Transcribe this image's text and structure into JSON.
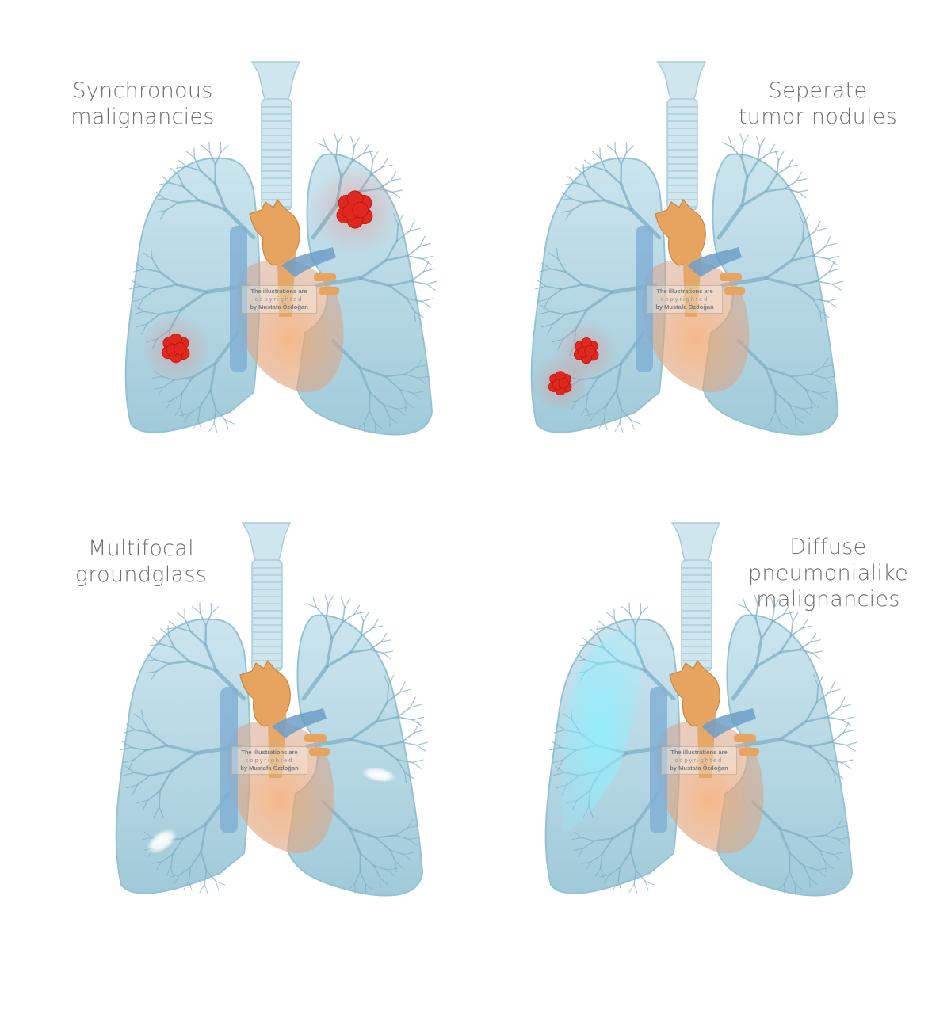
{
  "panels": [
    {
      "id": "synchronous",
      "title_lines": [
        "Synchronous",
        "malignancies"
      ]
    },
    {
      "id": "separate",
      "title_lines": [
        "Seperate",
        "tumor nodules"
      ]
    },
    {
      "id": "multifocal",
      "title_lines": [
        "Multifocal",
        "groundglass"
      ]
    },
    {
      "id": "diffuse",
      "title_lines": [
        "Diffuse",
        "pneumonialike",
        "malignancies"
      ]
    }
  ],
  "watermark": {
    "line1": "The illustrations are",
    "line2": "copyrighted",
    "line3": "by Mustafa Özdoğan"
  },
  "colors": {
    "lung": "#a9d2df",
    "lung_edge": "#8fbfcf",
    "vessel": "#7fb0c6",
    "aorta": "#e6a45e",
    "heart": "#f0a36a",
    "tumor": "#e0281e",
    "groundglass": "#ffffff",
    "pneumonia": "#8ff0ff",
    "trachea": "#cfe6ef"
  }
}
